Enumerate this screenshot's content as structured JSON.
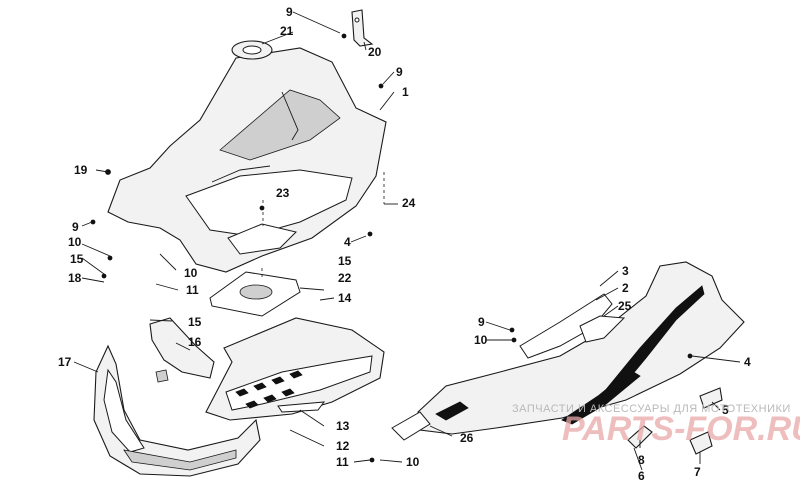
{
  "callouts": {
    "c1": "1",
    "c2": "2",
    "c3": "3",
    "c4a": "4",
    "c4b": "4",
    "c5": "5",
    "c6": "6",
    "c7": "7",
    "c8": "8",
    "c9a": "9",
    "c9b": "9",
    "c9c": "9",
    "c9d": "9",
    "c10a": "10",
    "c10b": "10",
    "c10c": "10",
    "c10d": "10",
    "c11a": "11",
    "c11b": "11",
    "c12": "12",
    "c13": "13",
    "c14": "14",
    "c15a": "15",
    "c15b": "15",
    "c15c": "15",
    "c16": "16",
    "c17": "17",
    "c18": "18",
    "c19": "19",
    "c20": "20",
    "c21": "21",
    "c22": "22",
    "c23": "23",
    "c24": "24",
    "c25": "25",
    "c26": "26"
  },
  "watermark": {
    "tagline": "ЗАПЧАСТИ И АКСЕССУАРЫ ДЛЯ МОТОТЕХНИКИ",
    "brand": "PARTS-FOR.RU"
  }
}
